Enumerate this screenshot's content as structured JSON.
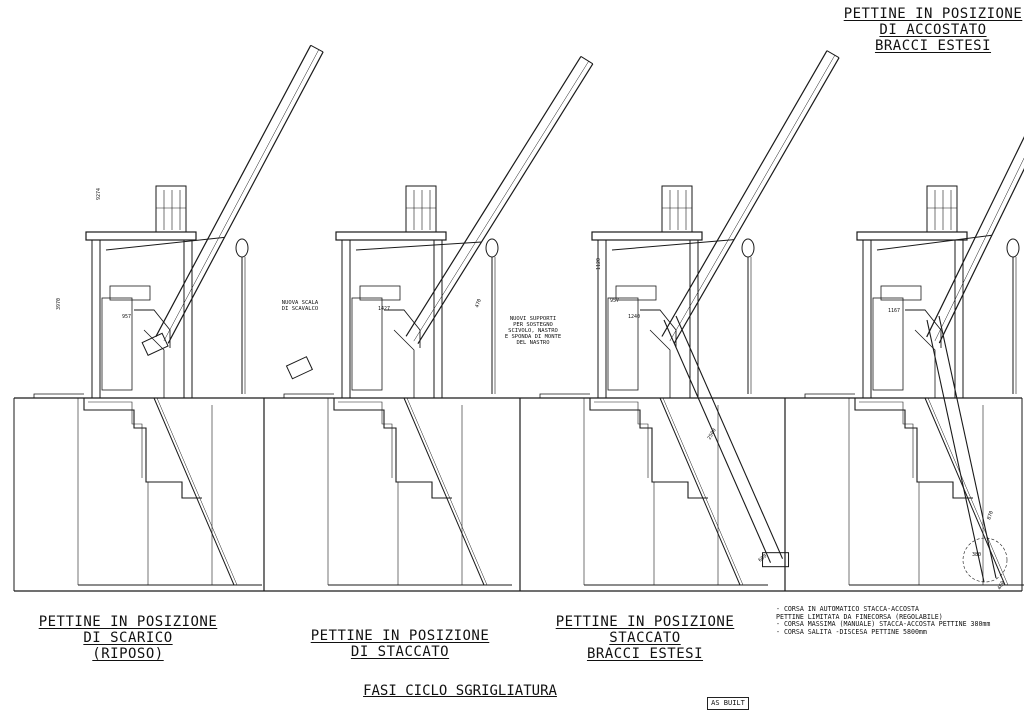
{
  "captions": {
    "panel1": [
      "PETTINE IN POSIZIONE",
      "DI SCARICO",
      "(RIPOSO)"
    ],
    "panel2": [
      "PETTINE IN POSIZIONE",
      "DI STACCATO"
    ],
    "panel3": [
      "PETTINE IN POSIZIONE",
      "STACCATO",
      "BRACCI ESTESI"
    ],
    "panel4": [
      "PETTINE IN POSIZIONE",
      "DI ACCOSTATO",
      "BRACCI ESTESI"
    ]
  },
  "title": "FASI CICLO SGRIGLIATURA",
  "stamp": "AS BUILT",
  "notes": [
    "- CORSA IN AUTOMATICO STACCA-ACCOSTA",
    "PETTINE LIMITATA DA FINECORSA (REGOLABILE)",
    "- CORSA MASSIMA (MANUALE) STACCA-ACCOSTA PETTINE 380mm",
    "- CORSA SALITA -DISCESA PETTINE 5800mm"
  ],
  "annotations": {
    "scala": "NUOVA SCALA\nDI SCAVALCO",
    "supporti": "NUOVI SUPPORTI\nPER SOSTEGNO\nSCIVOLO, NASTRO\nE SPONDA DI MONTE\nDEL NASTRO"
  },
  "dimensions": [
    "9274",
    "3970",
    "957",
    "1427",
    "1120",
    "957",
    "1240",
    "1167",
    "2500",
    "600",
    "470",
    "870",
    "380",
    "460"
  ],
  "colors": {
    "line": "#1a1a1a",
    "paper": "#ffffff"
  }
}
